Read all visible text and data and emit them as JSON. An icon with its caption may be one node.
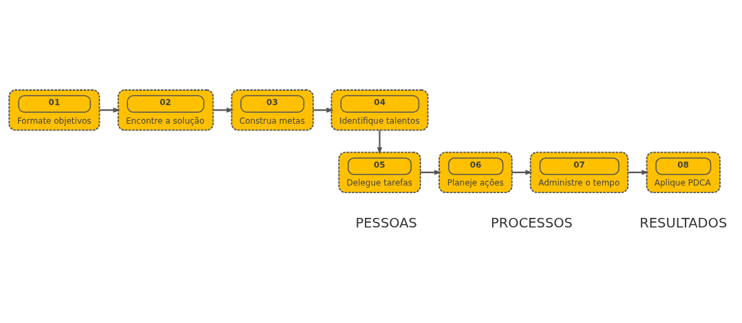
{
  "diagram": {
    "nodes": [
      {
        "text": [
          "01",
          "Formate objetivos"
        ]
      },
      {
        "text": [
          "02",
          "Encontre a solução"
        ]
      },
      {
        "text": [
          "03",
          "Construa metas"
        ]
      },
      {
        "text": [
          "04",
          "Identifique talentos"
        ]
      },
      {
        "text": [
          "05",
          "Delegue tarefas"
        ]
      },
      {
        "text": [
          "06",
          "Planeje ações"
        ]
      },
      {
        "text": [
          "07",
          "Administre o tempo"
        ]
      },
      {
        "text": [
          "08",
          "Aplique PDCA"
        ]
      }
    ],
    "edges": [
      {
        "from": 0,
        "to": 1,
        "arrow": "to"
      },
      {
        "from": 1,
        "to": 2,
        "arrow": "to"
      },
      {
        "from": 2,
        "to": 3,
        "arrow": "to"
      },
      {
        "from": 3,
        "to": 4,
        "arrow": "to"
      },
      {
        "from": 4,
        "to": 5,
        "arrow": "to"
      },
      {
        "from": 5,
        "to": 6,
        "arrow": "to"
      },
      {
        "from": 6,
        "to": 7,
        "arrow": "to"
      }
    ],
    "labels": [
      "PESSOAS",
      "PROCESSOS",
      "RESULTADOS"
    ]
  }
}
